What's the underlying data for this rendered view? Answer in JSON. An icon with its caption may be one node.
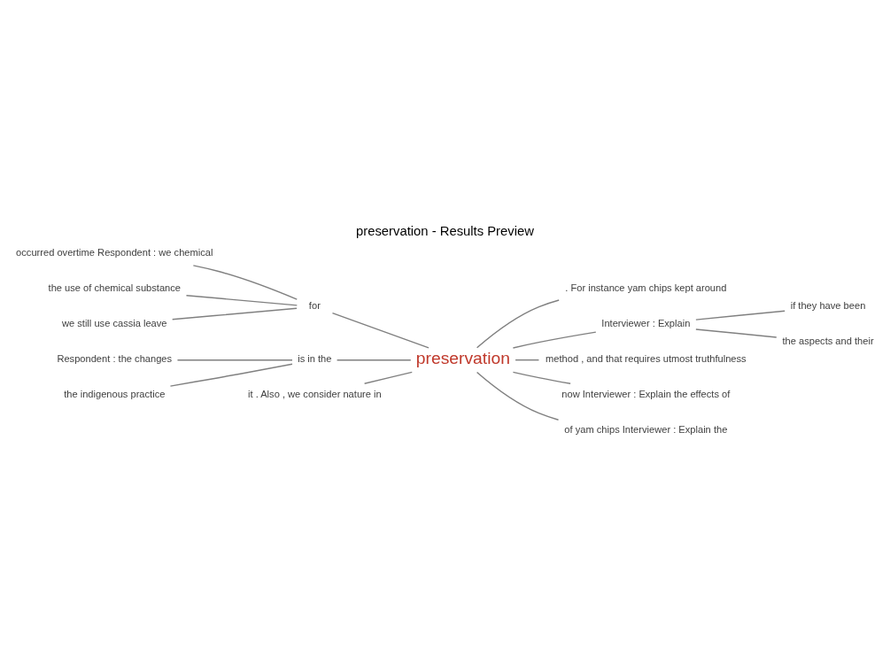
{
  "diagram": {
    "title": "preservation - Results Preview",
    "nodes": [
      {
        "text": [
          "preservation"
        ]
      },
      {
        "text": [
          "for"
        ]
      },
      {
        "text": [
          "occurred overtime Respondent : we chemical"
        ]
      },
      {
        "text": [
          "the use of chemical substance"
        ]
      },
      {
        "text": [
          "we still use cassia leave"
        ]
      },
      {
        "text": [
          "is in the"
        ]
      },
      {
        "text": [
          "Respondent : the changes"
        ]
      },
      {
        "text": [
          "the indigenous practice"
        ]
      },
      {
        "text": [
          "it . Also , we consider nature in"
        ]
      },
      {
        "text": [
          ". For instance yam chips kept around"
        ]
      },
      {
        "text": [
          "Interviewer : Explain"
        ]
      },
      {
        "text": [
          "if they have been"
        ]
      },
      {
        "text": [
          "the aspects and their"
        ]
      },
      {
        "text": [
          "method , and that requires utmost truthfulness"
        ]
      },
      {
        "text": [
          "now Interviewer : Explain the effects of"
        ]
      },
      {
        "text": [
          "of yam chips Interviewer : Explain the"
        ]
      }
    ],
    "edges": [
      {
        "from": 2,
        "to": 1,
        "arrow": "none"
      },
      {
        "from": 3,
        "to": 1,
        "arrow": "none"
      },
      {
        "from": 4,
        "to": 1,
        "arrow": "none"
      },
      {
        "from": 1,
        "to": 0,
        "arrow": "none"
      },
      {
        "from": 6,
        "to": 5,
        "arrow": "none"
      },
      {
        "from": 7,
        "to": 5,
        "arrow": "none"
      },
      {
        "from": 5,
        "to": 0,
        "arrow": "none"
      },
      {
        "from": 8,
        "to": 0,
        "arrow": "none"
      },
      {
        "from": 0,
        "to": 9,
        "arrow": "none"
      },
      {
        "from": 0,
        "to": 10,
        "arrow": "none"
      },
      {
        "from": 10,
        "to": 11,
        "arrow": "none"
      },
      {
        "from": 10,
        "to": 12,
        "arrow": "none"
      },
      {
        "from": 0,
        "to": 13,
        "arrow": "none"
      },
      {
        "from": 0,
        "to": 14,
        "arrow": "none"
      },
      {
        "from": 0,
        "to": 15,
        "arrow": "none"
      }
    ]
  }
}
